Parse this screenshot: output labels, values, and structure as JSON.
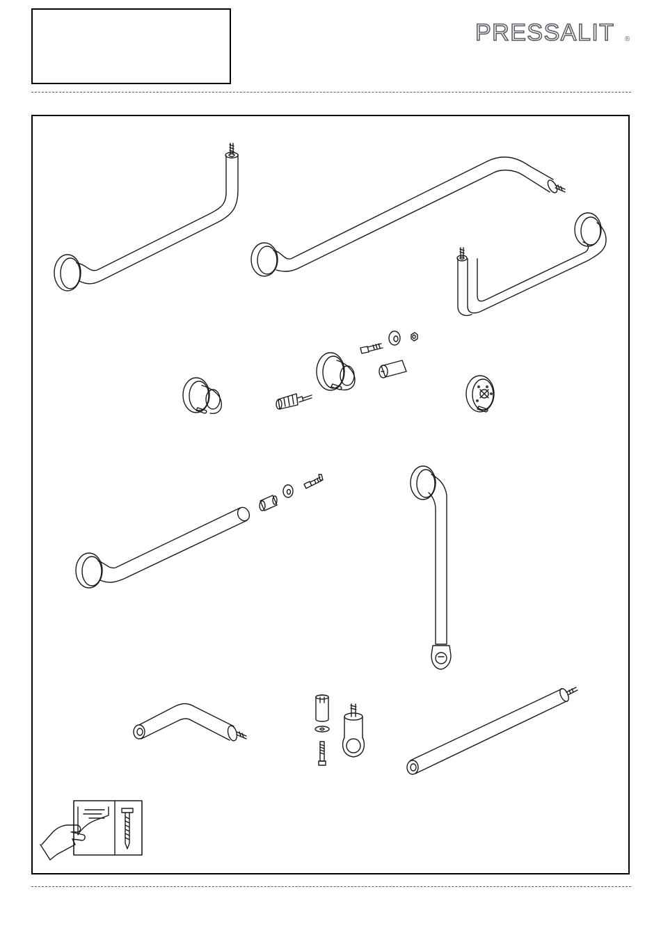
{
  "brand": {
    "name": "PRESSALIT",
    "trademark": "®"
  },
  "header": {
    "label_box_text": ""
  },
  "parts": [
    {
      "name": "grab-bar-angled-left"
    },
    {
      "name": "grab-bar-long-angled"
    },
    {
      "name": "grab-bar-u-shaped"
    },
    {
      "name": "wall-flange"
    },
    {
      "name": "bolt-washer-nut-set"
    },
    {
      "name": "cover-rosette"
    },
    {
      "name": "straight-bar-with-fittings"
    },
    {
      "name": "vertical-bar"
    },
    {
      "name": "corner-connector"
    },
    {
      "name": "floor-fitting"
    },
    {
      "name": "straight-tube"
    },
    {
      "name": "peel-and-screw-hint"
    }
  ]
}
